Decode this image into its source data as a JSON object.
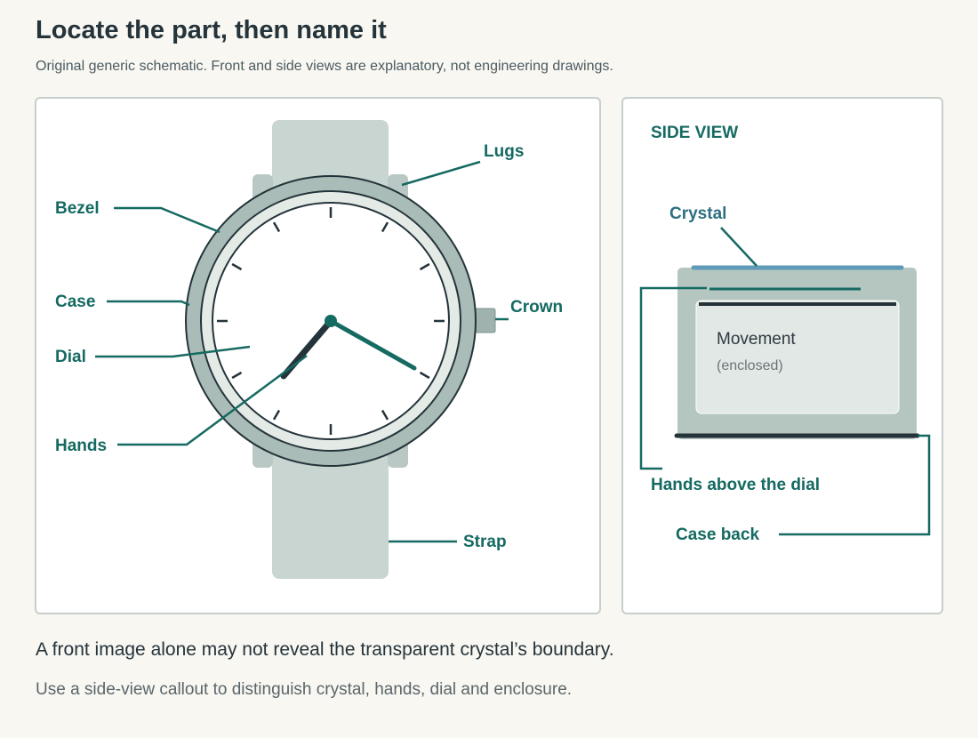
{
  "header": {
    "title": "Locate the part, then name it",
    "subtitle": "Original generic schematic. Front and side views are explanatory, not engineering drawings."
  },
  "front_view": {
    "labels": {
      "lugs": "Lugs",
      "bezel": "Bezel",
      "case": "Case",
      "crown": "Crown",
      "dial": "Dial",
      "hands": "Hands",
      "strap": "Strap"
    }
  },
  "side_view": {
    "title": "SIDE VIEW",
    "labels": {
      "crystal": "Crystal",
      "movement": "Movement",
      "movement_note": "(enclosed)",
      "hands_above_dial": "Hands above the dial",
      "case_back": "Case back"
    }
  },
  "footer": {
    "note": "A front image alone may not reveal the transparent crystal’s boundary.",
    "tip": "Use a side-view callout to distinguish crystal, hands, dial and enclosure."
  },
  "colors": {
    "label_green": "#156a62",
    "label_blue": "#2e6f80",
    "strap": "#c8d5d0",
    "case": "#a9bcb7",
    "crystal_bar": "#5f9ab8",
    "dark_hand": "#25343b"
  }
}
